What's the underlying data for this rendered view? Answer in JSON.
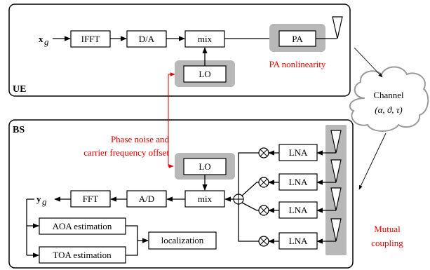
{
  "ue": {
    "section_label": "UE",
    "input_symbol": "x",
    "input_subscript": "g",
    "ifft": "IFFT",
    "da": "D/A",
    "mix": "mix",
    "pa": "PA",
    "lo": "LO",
    "pa_note": "PA nonlinearity"
  },
  "channel": {
    "title": "Channel",
    "params": "(α, ϑ, τ)"
  },
  "bs": {
    "section_label": "BS",
    "output_symbol": "y",
    "output_subscript": "g",
    "fft": "FFT",
    "ad": "A/D",
    "mix": "mix",
    "lo": "LO",
    "lna": [
      "LNA",
      "LNA",
      "LNA",
      "LNA"
    ],
    "aoa": "AOA estimation",
    "toa": "TOA estimation",
    "localization": "localization",
    "mutual_coupling": [
      "Mutual",
      "coupling"
    ]
  },
  "annotations": {
    "phase_noise": [
      "Phase noise and",
      "carrier frequency offset"
    ]
  },
  "colors": {
    "impairment_red": "#e00000",
    "impairment_gray": "#b8b8b8",
    "line": "#000000"
  }
}
